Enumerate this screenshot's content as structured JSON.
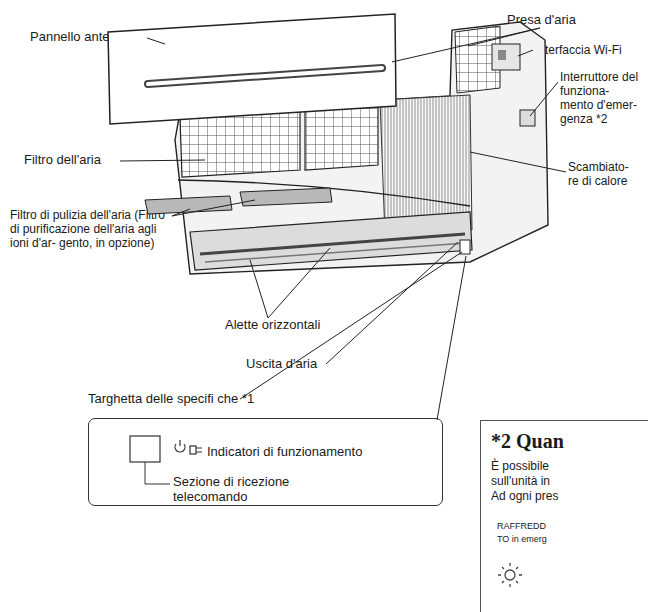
{
  "diagram": {
    "nodes": [
      {
        "text": [
          "Indicatori di funzionamento",
          "Sezione di ricezione telecomando"
        ]
      },
      {
        "text": [
          "*2 Quan",
          "È possibile",
          "sull'unità in",
          "Ad ogni pres",
          "RAFFREDD",
          "TO in emerg"
        ]
      }
    ],
    "labels": [
      "Pannello anteriore",
      "Presa d'aria",
      "Interfaccia Wi-Fi",
      "Interruttore del funziona- mento d'emer- genza *2",
      "Filtro dell'aria",
      "Scambiato- re di calore",
      "Filtro di pulizia dell'aria (Filtro di purificazione dell'aria agli ioni d'ar- gento, in opzione)",
      "Alette orizzontali",
      "Uscita d'aria",
      "Targhetta delle specifi che *1"
    ]
  }
}
